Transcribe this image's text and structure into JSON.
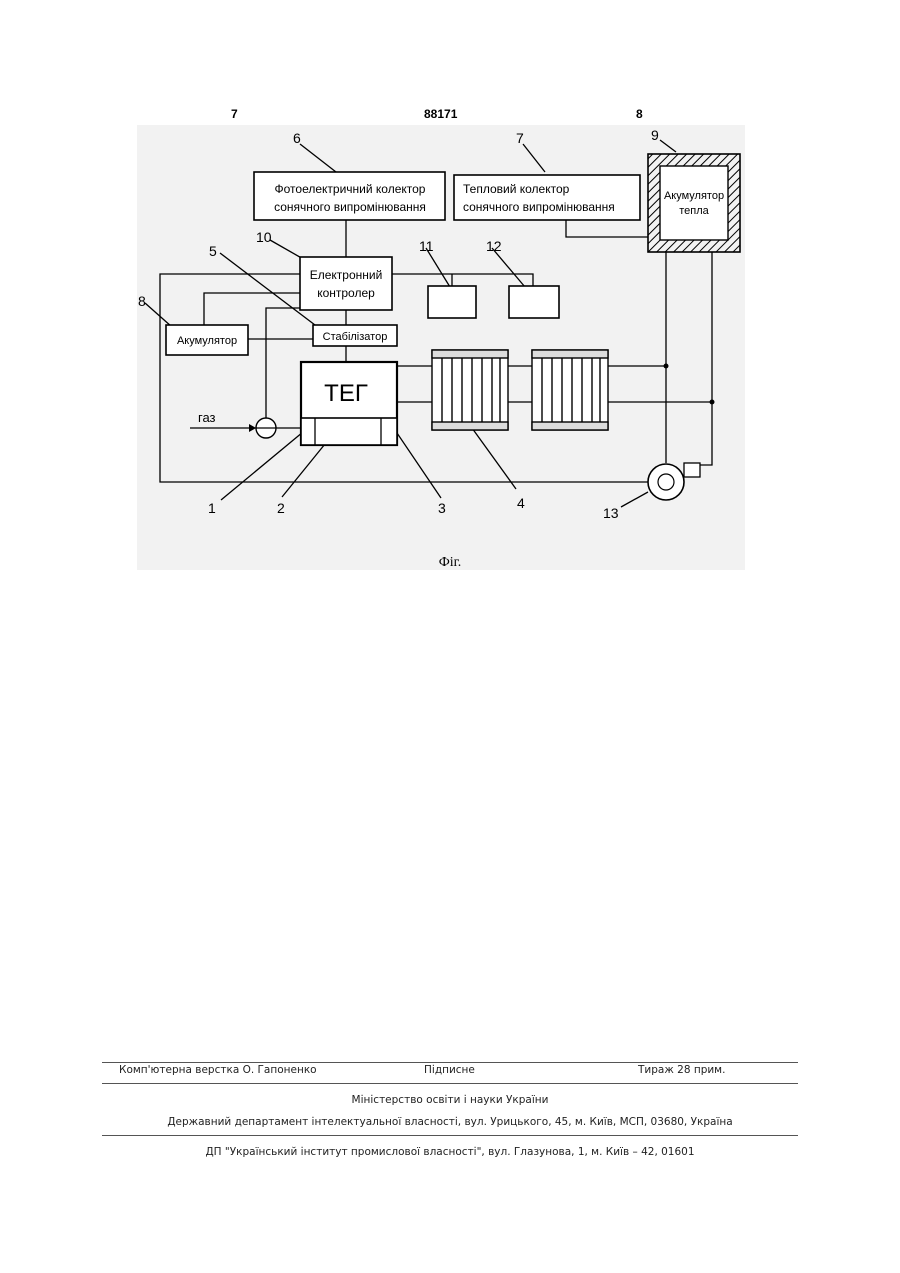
{
  "header": {
    "page_left": "7",
    "patent_number": "88171",
    "page_right": "8"
  },
  "diagram": {
    "blocks": {
      "photo_collector_line1": "Фотоелектричний колектор",
      "photo_collector_line2": "сонячного випромінювання",
      "thermal_collector_line1": "Тепловий колектор",
      "thermal_collector_line2": "сонячного випромінювання",
      "heat_accumulator_line1": "Акумулятор",
      "heat_accumulator_line2": "тепла",
      "controller_line1": "Електронний",
      "controller_line2": "контролер",
      "stabilizer": "Стабілізатор",
      "accumulator": "Акумулятор",
      "teg": "ТЕГ",
      "gas": "газ"
    },
    "ref_numbers": [
      "1",
      "2",
      "3",
      "4",
      "5",
      "6",
      "7",
      "8",
      "9",
      "10",
      "11",
      "12",
      "13"
    ]
  },
  "caption": "Фіг.",
  "footer": {
    "layout": "Комп'ютерна верстка О. Гапоненко",
    "signed": "Підписне",
    "circulation": "Тираж 28 прим.",
    "ministry": "Міністерство освіти і науки України",
    "department": "Державний департамент інтелектуальної власності, вул. Урицького, 45, м. Київ, МСП, 03680, Україна",
    "institute": "ДП \"Український інститут промислової власності\", вул. Глазунова, 1, м. Київ – 42, 01601"
  }
}
